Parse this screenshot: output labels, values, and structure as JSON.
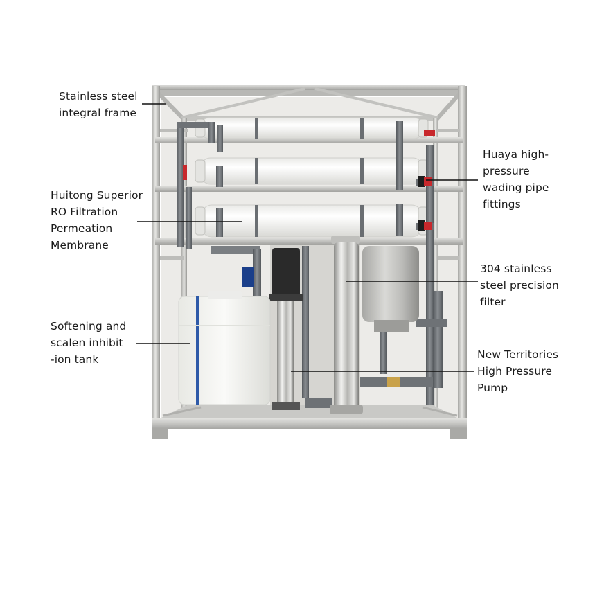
{
  "labels": {
    "frame": "Stainless steel\nintegral frame",
    "membrane": "Huitong Superior\nRO Filtration\nPermeation\nMembrane",
    "tank": "Softening and\n scalen inhibit\n-ion tank",
    "pipe": "Huaya high-\npressure\nwading pipe\nfittings",
    "filter": "304 stainless\nsteel precision\nfilter",
    "pump": "New Territories\nHigh Pressure\nPump"
  },
  "colors": {
    "steel": "#c9c9c6",
    "steel_dark": "#9e9e9a",
    "membrane_white": "#f4f4f2",
    "pvc_gray": "#6e7276",
    "pump_black": "#2a2a2a",
    "tank_white": "#f1f2ee",
    "tank_stripe": "#2e5aa8",
    "valve_red": "#c8282c",
    "brass": "#c9a24a"
  }
}
